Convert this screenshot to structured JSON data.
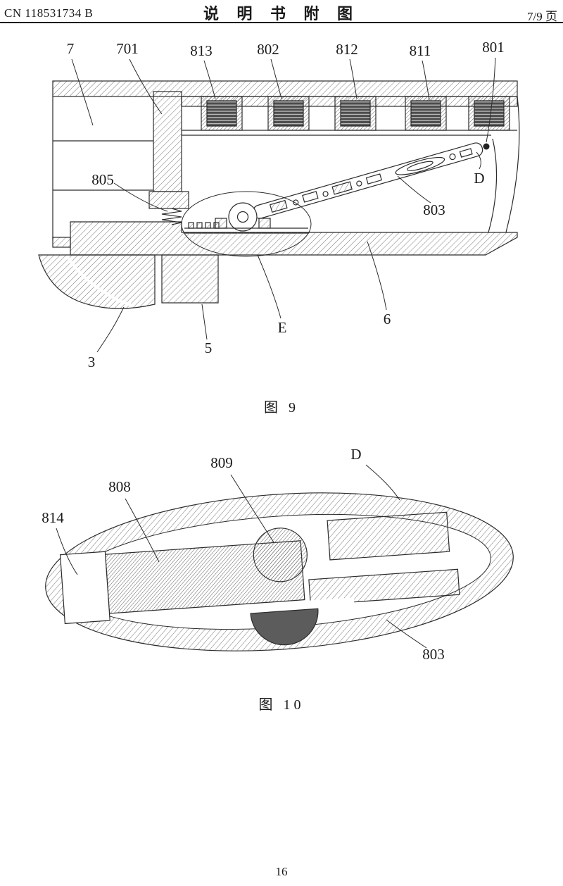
{
  "header": {
    "doc_number": "CN 118531734 B",
    "title": "说 明 书 附 图",
    "page_indicator": "7/9 页"
  },
  "figure9": {
    "caption": "图 9",
    "labels": {
      "n7": "7",
      "n701": "701",
      "n813": "813",
      "n802": "802",
      "n812": "812",
      "n811": "811",
      "n801": "801",
      "n805": "805",
      "nD": "D",
      "n803": "803",
      "nE": "E",
      "n6": "6",
      "n5": "5",
      "n3": "3"
    }
  },
  "figure10": {
    "caption": "图 10",
    "labels": {
      "n814": "814",
      "n808": "808",
      "n809": "809",
      "nD": "D",
      "n803": "803"
    }
  },
  "footer": {
    "page_number": "16"
  }
}
